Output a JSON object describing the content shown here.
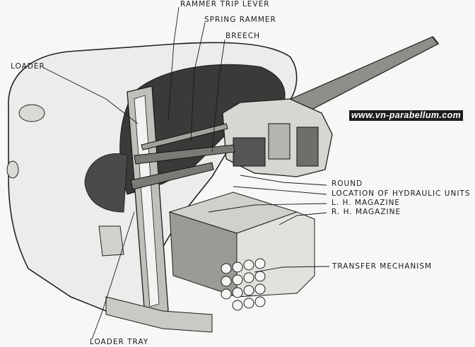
{
  "labels": {
    "rammer_trip_lever": "RAMMER TRIP LEVER",
    "spring_rammer": "SPRING RAMMER",
    "breech": "BREECH",
    "loader": "LOADER",
    "round": "ROUND",
    "location_hydraulic": "LOCATION OF HYDRAULIC UNITS",
    "lh_magazine": "L. H. MAGAZINE",
    "rh_magazine": "R. H. MAGAZINE",
    "transfer_mechanism": "TRANSFER MECHANISM",
    "loader_tray": "LOADER TRAY"
  },
  "watermark": "www.vn-parabellum.com"
}
